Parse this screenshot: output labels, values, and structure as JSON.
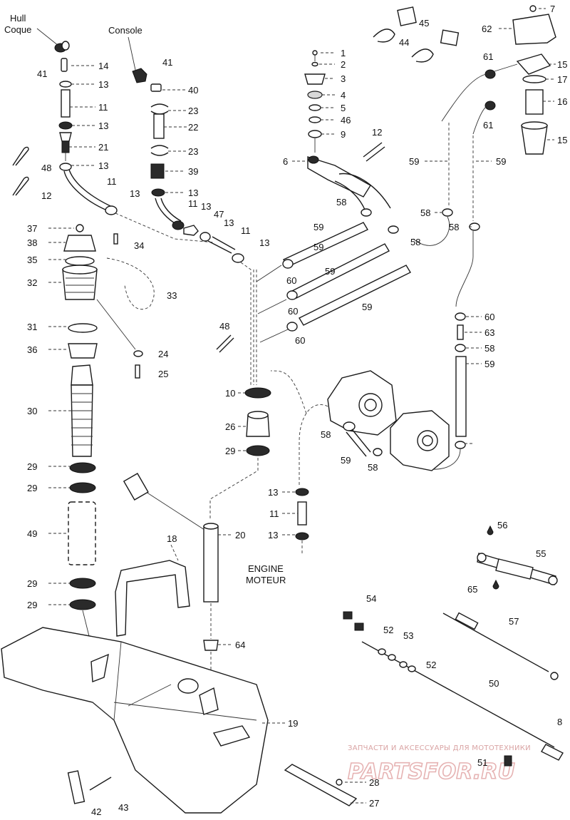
{
  "captions": {
    "hull": "Hull",
    "coque": "Coque",
    "console": "Console",
    "engine": "ENGINE",
    "moteur": "MOTEUR"
  },
  "watermark": {
    "tagline": "ЗАПЧАСТИ И АКСЕССУАРЫ ДЛЯ МОТОТЕХНИКИ",
    "brand": "PARTSFOR.RU",
    "color": "#e6b3b3"
  },
  "callouts": [
    "1",
    "2",
    "3",
    "4",
    "5",
    "46",
    "9",
    "6",
    "12",
    "7",
    "45",
    "44",
    "62",
    "15",
    "17",
    "16",
    "15",
    "61",
    "61",
    "41",
    "14",
    "13",
    "11",
    "13",
    "21",
    "13",
    "48",
    "12",
    "11",
    "13",
    "41",
    "40",
    "23",
    "22",
    "23",
    "39",
    "13",
    "11",
    "13",
    "47",
    "13",
    "11",
    "13",
    "59",
    "58",
    "58",
    "59",
    "58",
    "59",
    "58",
    "37",
    "38",
    "35",
    "32",
    "34",
    "33",
    "31",
    "36",
    "24",
    "25",
    "30",
    "29",
    "29",
    "49",
    "29",
    "29",
    "59",
    "60",
    "59",
    "60",
    "59",
    "60",
    "48",
    "10",
    "26",
    "29",
    "60",
    "63",
    "58",
    "59",
    "58",
    "59",
    "58",
    "13",
    "11",
    "13",
    "20",
    "18",
    "64",
    "19",
    "56",
    "55",
    "65",
    "54",
    "52",
    "53",
    "52",
    "57",
    "50",
    "8",
    "51",
    "28",
    "27",
    "42",
    "43"
  ]
}
